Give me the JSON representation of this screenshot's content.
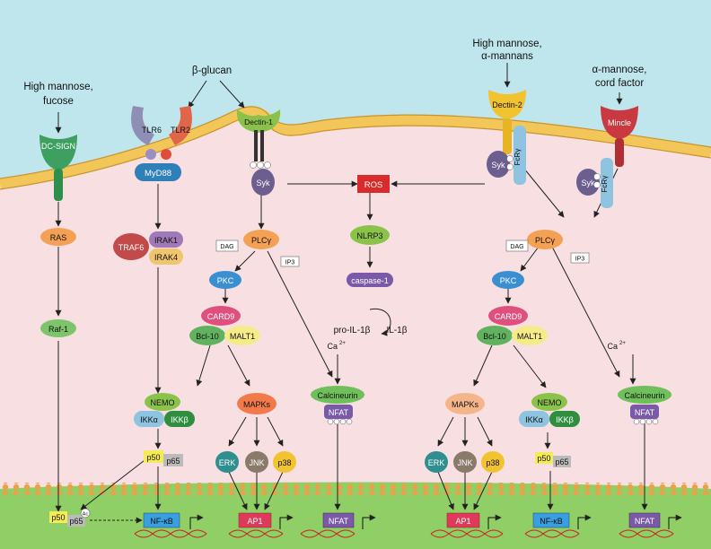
{
  "colors": {
    "extracellular": "#bfe6ec",
    "cytoplasm": "#f7dfe2",
    "membrane": "#f3c65a",
    "nucleus": "#8fcf66",
    "arrow": "#222222"
  },
  "ligands": {
    "dcsign_ligand_1": "High mannose,",
    "dcsign_ligand_2": "fucose",
    "beta_glucan": "β-glucan",
    "dectin2_ligand_1": "High mannose,",
    "dectin2_ligand_2": "α-mannans",
    "mincle_ligand_1": "α-mannose,",
    "mincle_ligand_2": "cord factor"
  },
  "receptors": {
    "dcsign": "DC-SIGN",
    "tlr6": "TLR6",
    "tlr2": "TLR2",
    "dectin1": "Dectin-1",
    "dectin2": "Dectin-2",
    "mincle": "Mincle",
    "fcry": "FcRγ"
  },
  "left": {
    "myd88": "MyD88",
    "traf6": "TRAF6",
    "irak1": "IRAK1",
    "irak4": "IRAK4",
    "ras": "RAS",
    "raf1": "Raf-1",
    "nemo": "NEMO",
    "ikka": "IKKα",
    "ikkb": "IKKβ",
    "p50": "p50",
    "p65": "p65",
    "ac": "Ac"
  },
  "center": {
    "syk": "Syk",
    "plcg": "PLCγ",
    "dag": "DAG",
    "ip3": "IP3",
    "pkc": "PKC",
    "card9": "CARD9",
    "bcl10": "Bcl-10",
    "malt1": "MALT1",
    "mapks": "MAPKs",
    "erk": "ERK",
    "jnk": "JNK",
    "p38": "p38",
    "ca": "Ca",
    "ca_sup": "2+",
    "calcineurin": "Calcineurin",
    "nfat": "NFAT",
    "p": "P"
  },
  "middle": {
    "ros": "ROS",
    "nlrp3": "NLRP3",
    "caspase1": "caspase-1",
    "proil1b": "pro-IL-1β",
    "il1b": "IL-1β"
  },
  "nucleus": {
    "nfkb": "NF-κB",
    "ap1": "AP1",
    "nfat": "NFAT"
  }
}
